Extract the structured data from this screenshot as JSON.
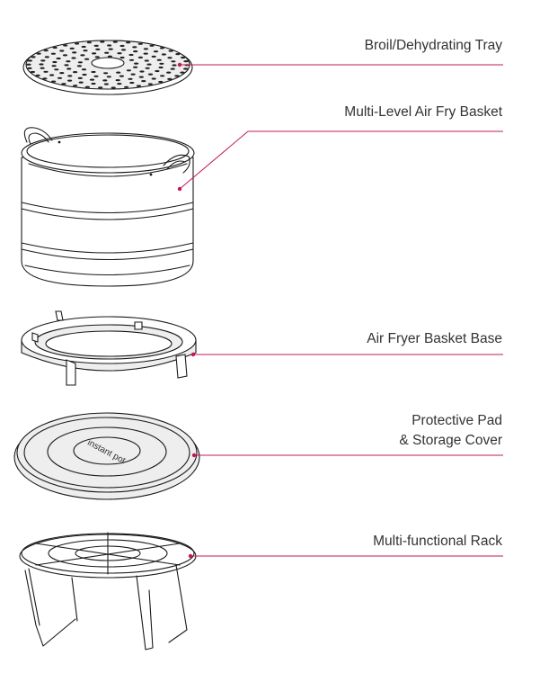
{
  "accent_color": "#c2185b",
  "components": [
    {
      "id": "tray",
      "label": "Broil/Dehydrating Tray",
      "icon": "perforated-round-tray"
    },
    {
      "id": "basket",
      "label": "Multi-Level Air Fry Basket",
      "icon": "round-basket-with-handles"
    },
    {
      "id": "base",
      "label": "Air Fryer Basket Base",
      "icon": "ring-base-with-feet"
    },
    {
      "id": "pad",
      "label_lines": [
        "Protective Pad",
        "& Storage Cover"
      ],
      "icon": "round-pad",
      "logo_text": "instant pot"
    },
    {
      "id": "rack",
      "label": "Multi-functional Rack",
      "icon": "wire-rack-with-legs"
    }
  ]
}
